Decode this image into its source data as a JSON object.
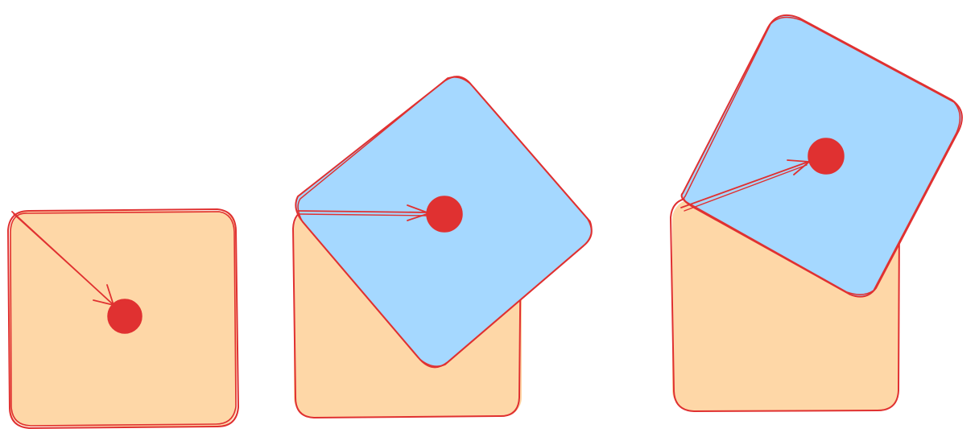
{
  "diagram": {
    "panels": [
      {
        "id": "panel-1",
        "shapes": [
          "orange-square"
        ],
        "rotation_of_blue_square_deg": null
      },
      {
        "id": "panel-2",
        "shapes": [
          "orange-square",
          "blue-square"
        ],
        "rotation_of_blue_square_deg": 45
      },
      {
        "id": "panel-3",
        "shapes": [
          "orange-square",
          "blue-square"
        ],
        "rotation_of_blue_square_deg": 30
      }
    ],
    "colors": {
      "orange_fill": "#fed7a7",
      "blue_fill": "#a5d8ff",
      "stroke": "#e03131",
      "dot": "#e03131",
      "background": "#ffffff"
    },
    "icons": [
      "center-dot-icon",
      "arrow-icon"
    ]
  }
}
